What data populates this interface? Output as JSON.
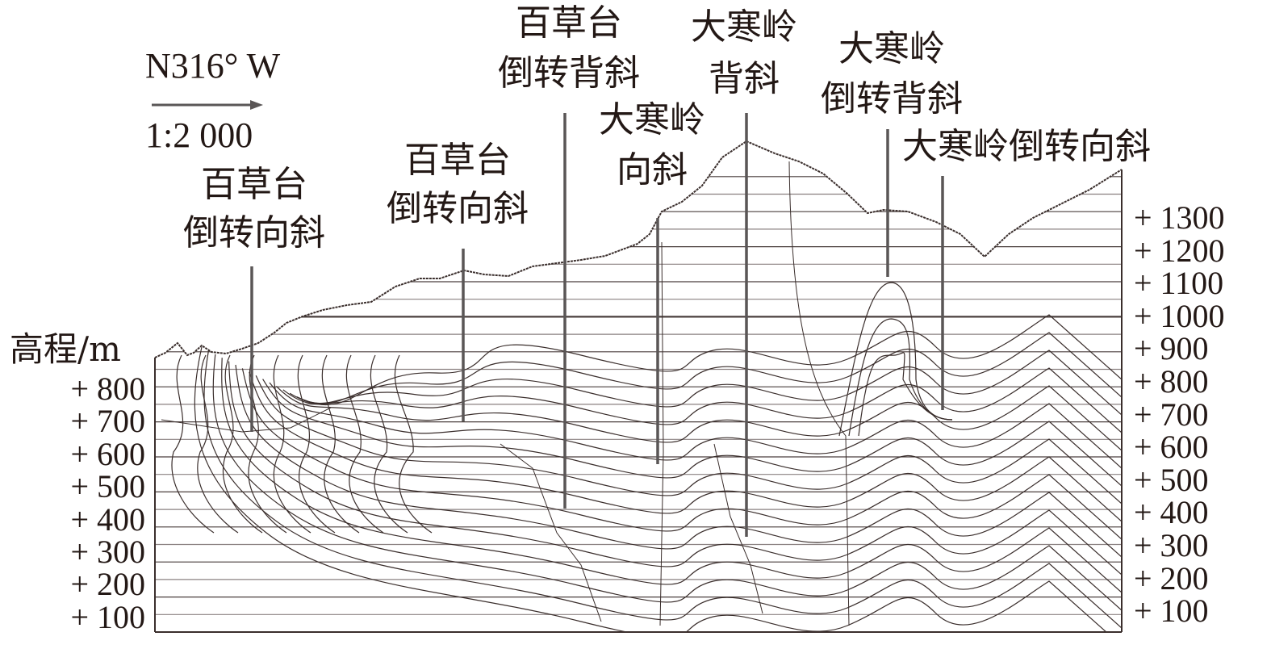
{
  "header": {
    "direction": "N316° W",
    "scale": "1:2 000",
    "axis_label": "高程/m"
  },
  "left_ticks": [
    "+ 800",
    "+ 700",
    "+ 600",
    "+ 500",
    "+ 400",
    "+ 300",
    "+ 200",
    "+ 100"
  ],
  "right_ticks": [
    "+ 1300",
    "+ 1200",
    "+ 1100",
    "+ 1000",
    "+ 900",
    "+ 800",
    "+ 700",
    "+ 600",
    "+ 500",
    "+ 400",
    "+ 300",
    "+ 200",
    "+ 100"
  ],
  "folds": [
    {
      "line1": "百草台",
      "line2": "倒转向斜"
    },
    {
      "line1": "百草台",
      "line2": "倒转向斜"
    },
    {
      "line1": "百草台",
      "line2": "倒转背斜"
    },
    {
      "line1": "大寒岭",
      "line2": "向斜"
    },
    {
      "line1": "大寒岭",
      "line2": "背斜"
    },
    {
      "line1": "大寒岭",
      "line2": "倒转背斜"
    },
    {
      "line1": "大寒岭倒转向斜"
    }
  ],
  "colors": {
    "line": "#3a2e2c",
    "axis": "#5a5656"
  }
}
